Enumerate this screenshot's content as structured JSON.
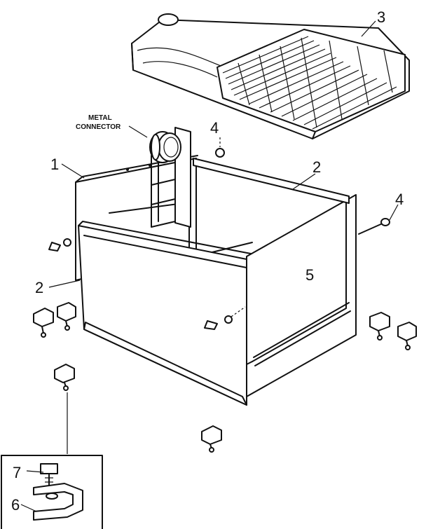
{
  "labels": {
    "metal_connector_line1": "METAL",
    "metal_connector_line2": "CONNECTOR",
    "callout_1": "1",
    "callout_2_right": "2",
    "callout_2_left": "2",
    "callout_3": "3",
    "callout_4_top": "4",
    "callout_4_right": "4",
    "callout_5": "5",
    "callout_6": "6",
    "callout_7": "7"
  },
  "colors": {
    "ink": "#111111",
    "paper": "#ffffff"
  }
}
